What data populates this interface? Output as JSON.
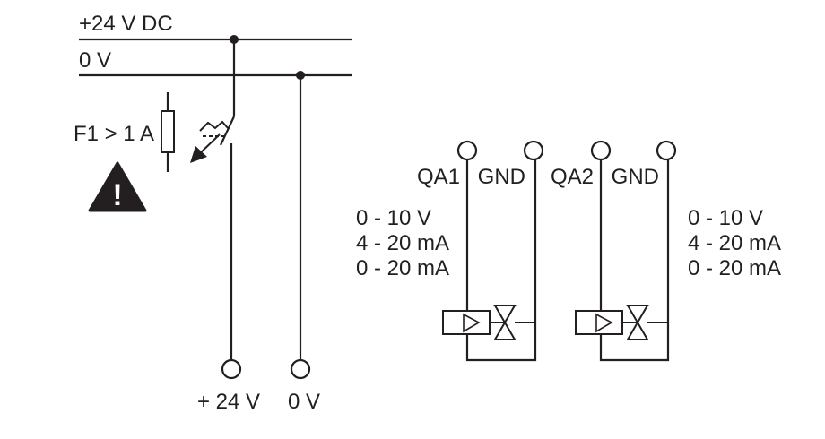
{
  "supply": {
    "plus_24v_dc": "+24 V DC",
    "zero_v": "0 V"
  },
  "fuse": {
    "label": "F1 > 1 A"
  },
  "warning": {
    "icon": "warning-triangle-icon",
    "symbol": "!"
  },
  "bottom_terminals": {
    "plus_24v": "+ 24 V",
    "zero_v": "0 V"
  },
  "outputs": [
    {
      "signal": "QA1",
      "ground": "GND"
    },
    {
      "signal": "QA2",
      "ground": "GND"
    }
  ],
  "ranges_left": [
    "0 - 10 V",
    "4 - 20 mA",
    "0 - 20 mA"
  ],
  "ranges_right": [
    "0 - 10 V",
    "4 - 20 mA",
    "0 - 20 mA"
  ],
  "actuator_icon": "proportional-valve-icon",
  "colors": {
    "ink": "#231f20",
    "background": "#ffffff"
  }
}
